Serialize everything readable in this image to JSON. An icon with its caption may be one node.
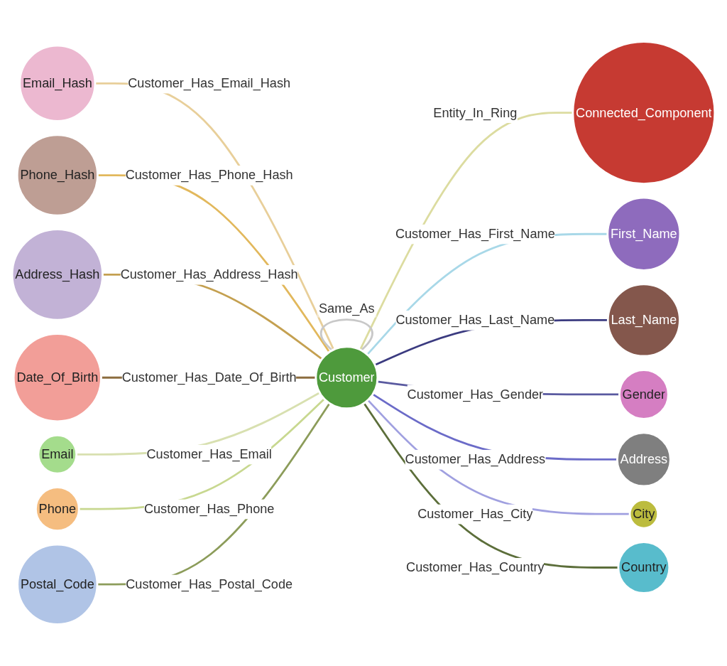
{
  "diagram": {
    "nodes": [
      {
        "text": [
          "Email_Hash"
        ]
      },
      {
        "text": [
          "Connected_Component"
        ]
      },
      {
        "text": [
          "Phone_Hash"
        ]
      },
      {
        "text": [
          "First_Name"
        ]
      },
      {
        "text": [
          "Address_Hash"
        ]
      },
      {
        "text": [
          "Last_Name"
        ]
      },
      {
        "text": [
          "Date_Of_Birth"
        ]
      },
      {
        "text": [
          "Customer"
        ]
      },
      {
        "text": [
          "Gender"
        ]
      },
      {
        "text": [
          "Email"
        ]
      },
      {
        "text": [
          "Address"
        ]
      },
      {
        "text": [
          "Phone"
        ]
      },
      {
        "text": [
          "City"
        ]
      },
      {
        "text": [
          "Postal_Code"
        ]
      },
      {
        "text": [
          "Country"
        ]
      }
    ],
    "edges": [
      {
        "from": 0,
        "to": 7,
        "arrow": "none",
        "label": "Customer_Has_Email_Hash",
        "color": "#e8cf9a"
      },
      {
        "from": 2,
        "to": 7,
        "arrow": "none",
        "label": "Customer_Has_Phone_Hash",
        "color": "#e2b85c"
      },
      {
        "from": 4,
        "to": 7,
        "arrow": "none",
        "label": "Customer_Has_Address_Hash",
        "color": "#c4a050"
      },
      {
        "from": 6,
        "to": 7,
        "arrow": "none",
        "label": "Customer_Has_Date_Of_Birth",
        "color": "#8c6d3f"
      },
      {
        "from": 9,
        "to": 7,
        "arrow": "none",
        "label": "Customer_Has_Email",
        "color": "#d8e0b0"
      },
      {
        "from": 11,
        "to": 7,
        "arrow": "none",
        "label": "Customer_Has_Phone",
        "color": "#c8d890"
      },
      {
        "from": 13,
        "to": 7,
        "arrow": "none",
        "label": "Customer_Has_Postal_Code",
        "color": "#8c9c5a"
      },
      {
        "from": 7,
        "to": 1,
        "arrow": "none",
        "label": "Entity_In_Ring",
        "color": "#dcdca0"
      },
      {
        "from": 7,
        "to": 3,
        "arrow": "none",
        "label": "Customer_Has_First_Name",
        "color": "#a8d8e8"
      },
      {
        "from": 7,
        "to": 5,
        "arrow": "none",
        "label": "Customer_Has_Last_Name",
        "color": "#3b3b80"
      },
      {
        "from": 7,
        "to": 8,
        "arrow": "none",
        "label": "Customer_Has_Gender",
        "color": "#5a5aa0"
      },
      {
        "from": 7,
        "to": 10,
        "arrow": "none",
        "label": "Customer_Has_Address",
        "color": "#6b6bc8"
      },
      {
        "from": 7,
        "to": 12,
        "arrow": "none",
        "label": "Customer_Has_City",
        "color": "#a0a0e0"
      },
      {
        "from": 7,
        "to": 14,
        "arrow": "none",
        "label": "Customer_Has_Country",
        "color": "#5c6e3a"
      },
      {
        "from": 7,
        "to": 7,
        "arrow": "none",
        "label": "Same_As",
        "color": "#c8c8c8"
      }
    ]
  }
}
